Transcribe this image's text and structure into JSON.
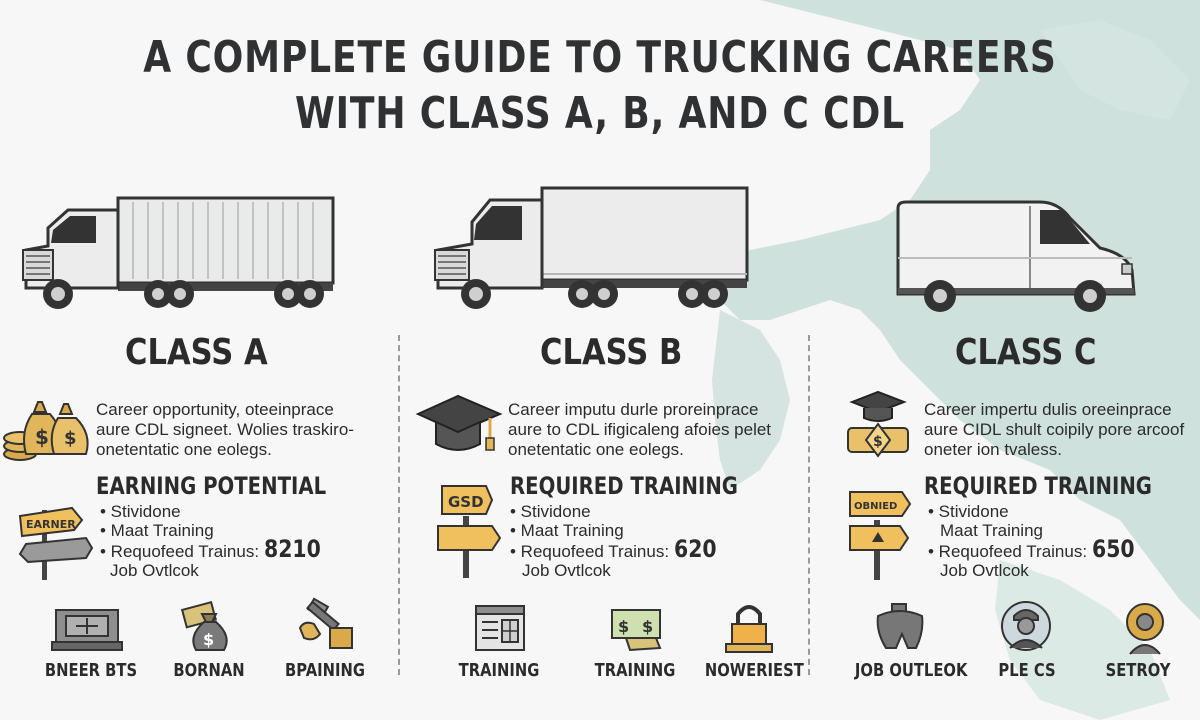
{
  "title": {
    "line1": "A COMPLETE GUIDE TO TRUCKING CAREERS",
    "line2": "WITH CLASS A, B, AND C CDL"
  },
  "columns": [
    {
      "class_title": "CLASS A",
      "desc": [
        "Career opportunity, oteeinprace",
        "aure CDL signeet. Wolies traskiro-",
        "onetentatic one eolegs."
      ],
      "heading": "EARNING POTENTIAL",
      "bullets": [
        "• Stividone",
        "• Maat Training",
        "• Requofeed Trainus:"
      ],
      "number": "8210",
      "outlook": "Job Ovtlcok",
      "sign_text": "EARNER",
      "bottom": [
        "BNEER BTS",
        "BORNAN",
        "BPAINING"
      ]
    },
    {
      "class_title": "CLASS B",
      "desc": [
        "Career imputu durle proreinprace",
        "aure to CDL ifigicaleng afoies pelet",
        "onetentatic one eolegs."
      ],
      "heading": "REQUIRED TRAINING",
      "bullets": [
        "• Stividone",
        "• Maat Training",
        "• Requofeed Trainus:"
      ],
      "number": "620",
      "outlook": "Job Ovtlcok",
      "sign_text": "GSD",
      "bottom": [
        "TRAINING",
        "TRAINING",
        "NOWERIEST"
      ]
    },
    {
      "class_title": "CLASS C",
      "desc": [
        "Career impertu dulis oreeinprace",
        "aure CIDL shult coipily pore arcoof",
        "oneter ion tvaless."
      ],
      "heading": "REQUIRED TRAINING",
      "bullets": [
        "• Stividone",
        "Maat Training",
        "• Requofeed Trainus:"
      ],
      "number": "650",
      "outlook": "Job Ovtlcok",
      "sign_text": "OBNIED",
      "bottom": [
        "JOB OUTLEOK",
        "PLE CS",
        "SETROY"
      ]
    }
  ],
  "colors": {
    "map": "#c9ddd9",
    "text": "#2b2b2b",
    "gold": "#e1b55a",
    "sign": "#f0c05e"
  }
}
